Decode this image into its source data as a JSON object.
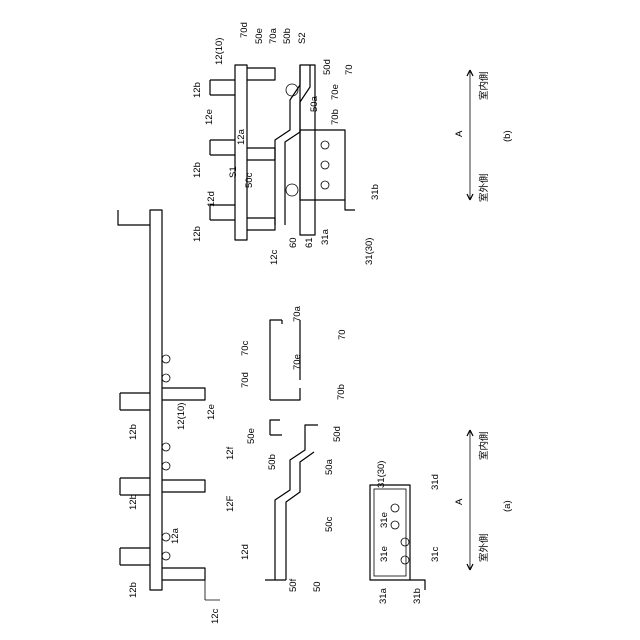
{
  "figure": {
    "a": {
      "caption": "(a)",
      "direction": {
        "marker": "A",
        "outdoor": "室外側",
        "indoor": "室内側"
      },
      "frame_label": "12(10)",
      "part_labels": {
        "f12b_1": "12b",
        "f12b_2": "12b",
        "f12b_3": "12b",
        "f12e": "12e",
        "f12f_1": "12f",
        "f12f_2": "12F",
        "f12a": "12a",
        "f12d": "12d",
        "f12c": "12c",
        "p70": "70",
        "p70a": "70a",
        "p70c": "70c",
        "p70d": "70d",
        "p70e": "70e",
        "p70b": "70b",
        "p50e": "50e",
        "p50d": "50d",
        "p50b": "50b",
        "p50a": "50a",
        "p50c": "50c",
        "p50f": "50f",
        "p50": "50",
        "p31": "31(30)",
        "p31d": "31d",
        "p31e_1": "31e",
        "p31e_2": "31e",
        "p31c": "31c",
        "p31a": "31a",
        "p31b": "31b"
      }
    },
    "b": {
      "caption": "(b)",
      "direction": {
        "marker": "A",
        "outdoor": "室外側",
        "indoor": "室内側"
      },
      "frame_label": "12(10)",
      "part_labels": {
        "q12b_1": "12b",
        "q12b_2": "12b",
        "q12b_3": "12b",
        "q12e": "12e",
        "q12a": "12a",
        "q12d": "12d",
        "q12c": "12c",
        "q70d": "70d",
        "q50e": "50e",
        "q70a": "70a",
        "q50b": "50b",
        "qS2": "S2",
        "q50d": "50d",
        "q70": "70",
        "q50a": "50a",
        "q70e": "70e",
        "q70b": "70b",
        "qS1": "S1",
        "q50c": "50c",
        "q60": "60",
        "q61": "61",
        "q31a": "31a",
        "q31b": "31b",
        "q31": "31(30)"
      }
    }
  }
}
